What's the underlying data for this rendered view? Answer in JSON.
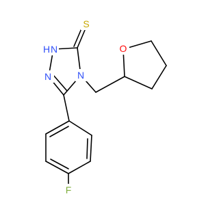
{
  "molecule": {
    "atoms": {
      "h_prefix": "H",
      "n1": "N",
      "n2": "N",
      "n4": "N",
      "sulfur": "S",
      "oxygen": "O",
      "fluorine": "F"
    },
    "colors": {
      "carbon_bonds": "#000000",
      "nitrogen": "#3050F8",
      "sulfur": "#C8A800",
      "oxygen": "#FF0D0D",
      "fluorine": "#7FAE3E",
      "background": "#ffffff"
    }
  }
}
